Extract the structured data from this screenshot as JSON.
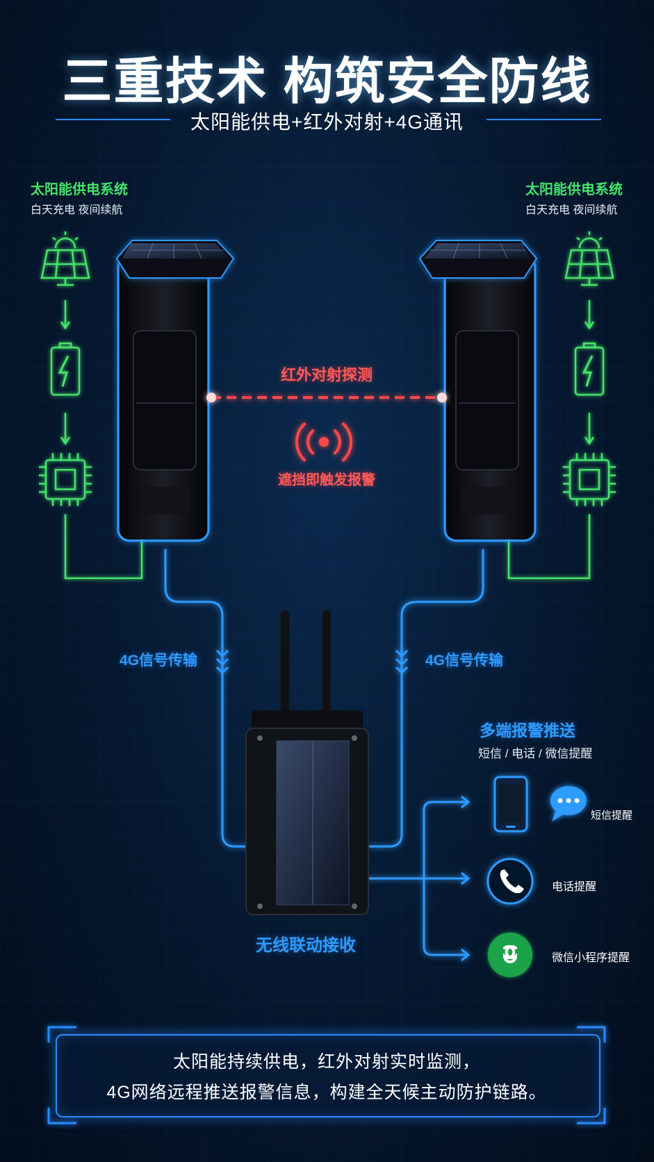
{
  "header": {
    "title": "三重技术 构筑安全防线",
    "subtitle": "太阳能供电+红外对射+4G通讯"
  },
  "solar_left": {
    "title": "太阳能供电系统",
    "subtitle": "白天充电 夜间续航"
  },
  "solar_right": {
    "title": "太阳能供电系统",
    "subtitle": "白天充电 夜间续航"
  },
  "infrared": {
    "label": "红外对射探测",
    "alarm_label": "遮挡即触发报警"
  },
  "signal": {
    "left_label": "4G信号传输",
    "right_label": "4G信号传输"
  },
  "receiver": {
    "label": "无线联动接收"
  },
  "alerts": {
    "title": "多端报警推送",
    "subtitle": "短信 / 电话 / 微信提醒",
    "items": [
      {
        "label": "短信提醒",
        "icon": "sms-icon"
      },
      {
        "label": "电话提醒",
        "icon": "phone-icon"
      },
      {
        "label": "微信小程序提醒",
        "icon": "mini-program-icon"
      }
    ]
  },
  "footer": {
    "line1": "太阳能持续供电，红外对射实时监测，",
    "line2": "4G网络远程推送报警信息，构建全天候主动防护链路。"
  },
  "colors": {
    "green": "#46e36b",
    "blue": "#2e9bff",
    "red": "#ff4a4a",
    "background": "#061a33"
  }
}
